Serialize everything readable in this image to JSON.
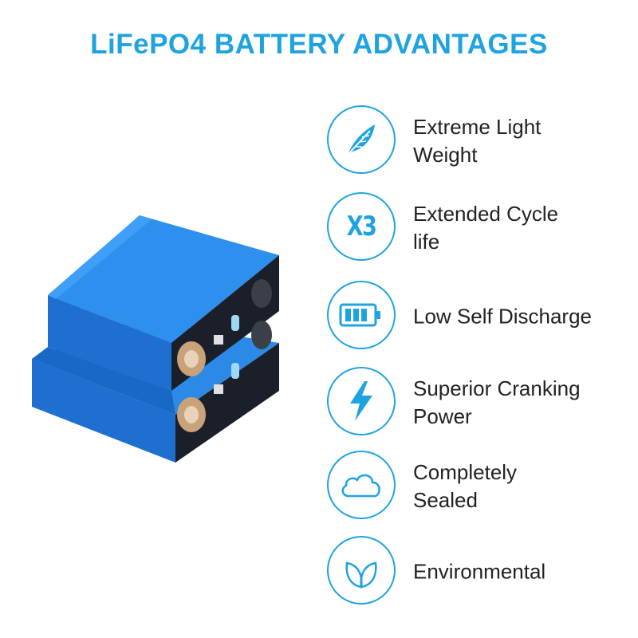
{
  "title": "LiFePO4 BATTERY ADVANTAGES",
  "accent_color": "#1fa3e0",
  "features": [
    {
      "icon": "feather-icon",
      "label_line1": "Extreme Light",
      "label_line2": "Weight"
    },
    {
      "icon": "x3-icon",
      "icon_text": "X3",
      "label_line1": "Extended Cycle",
      "label_line2": "life"
    },
    {
      "icon": "battery-icon",
      "label_line1": "Low Self Discharge",
      "label_line2": ""
    },
    {
      "icon": "lightning-icon",
      "label_line1": "Superior Cranking",
      "label_line2": "Power"
    },
    {
      "icon": "cloud-icon",
      "label_line1": "Completely",
      "label_line2": "Sealed"
    },
    {
      "icon": "leaves-icon",
      "label_line1": "Environmental",
      "label_line2": ""
    }
  ]
}
